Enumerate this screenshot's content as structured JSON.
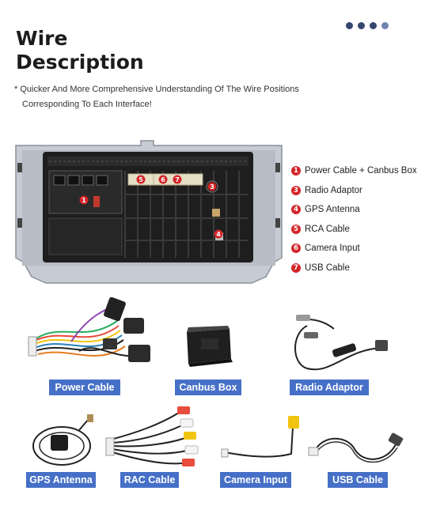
{
  "header": {
    "title_line1": "Wire",
    "title_line2": "Description",
    "note_line1": "* Quicker And More Comprehensive Understanding Of The Wire Positions",
    "note_line2": "Corresponding To Each Interface!"
  },
  "badges": {
    "one": "1",
    "three": "3",
    "four": "4",
    "five": "5",
    "six": "6",
    "seven": "7"
  },
  "legend": [
    {
      "num": "1",
      "label": "Power Cable + Canbus Box"
    },
    {
      "num": "3",
      "label": "Radio Adaptor"
    },
    {
      "num": "4",
      "label": "GPS Antenna"
    },
    {
      "num": "5",
      "label": "RCA Cable"
    },
    {
      "num": "6",
      "label": "Camera Input"
    },
    {
      "num": "7",
      "label": "USB Cable"
    }
  ],
  "accessories": {
    "power_cable": "Power Cable",
    "canbus_box": "Canbus Box",
    "radio_adaptor": "Radio Adaptor",
    "gps_antenna": "GPS Antenna",
    "rac_cable": "RAC Cable",
    "camera_input": "Camera Input",
    "usb_cable": "USB Cable"
  },
  "colors": {
    "accent_label": "#4670c7",
    "badge_red": "#d3262a",
    "title_dots": "#35476e"
  }
}
